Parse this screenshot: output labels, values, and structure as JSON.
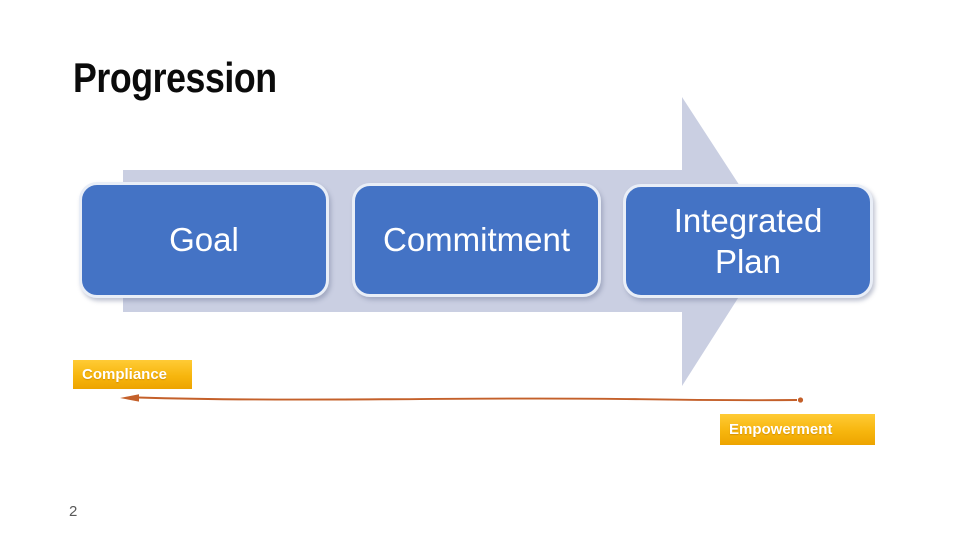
{
  "slide": {
    "title": "Progression",
    "page_number": "2"
  },
  "diagram": {
    "steps": [
      {
        "label": "Goal"
      },
      {
        "label": "Commitment"
      },
      {
        "label": "Integrated Plan"
      }
    ],
    "spectrum": {
      "left_label": "Compliance",
      "right_label": "Empowerment"
    }
  },
  "colors": {
    "title": "#0B0B0B",
    "step_fill": "#4473C5",
    "step_border": "#E9EEF7",
    "arrow_fill": "#CACFE2",
    "gold_top": "#FFCB35",
    "gold_bottom": "#EDA400",
    "connector": "#C4602A",
    "page_number": "#595959"
  }
}
